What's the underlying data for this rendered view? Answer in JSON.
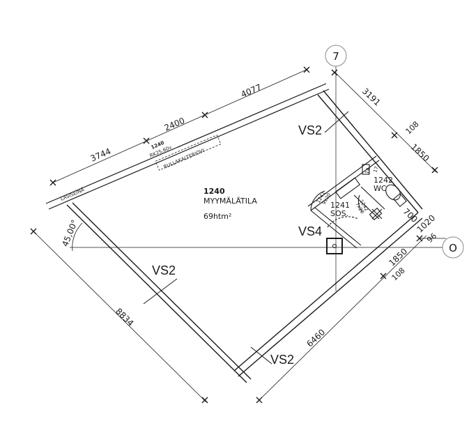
{
  "grid": {
    "axis_7": "7",
    "axis_o": "O"
  },
  "dimensions": {
    "top_3744": "3744",
    "top_2400": "2400",
    "top_4077": "4077",
    "right_3191": "3191",
    "right_108_a": "108",
    "right_1850_a": "1850",
    "right_700": "700",
    "right_1020": "1020",
    "right_96": "96",
    "right_1850_b": "1850",
    "right_108_b": "108",
    "bottom_6460": "6460",
    "left_8834": "8834",
    "angle_45": "45,00°"
  },
  "wall_types": {
    "vs2_top": "VS2",
    "vs2_left": "VS2",
    "vs2_bottom": "VS2",
    "vs4": "VS4"
  },
  "rooms": {
    "main": {
      "number": "1240",
      "name": "MYYMÄLÄTILA",
      "area": "69htm²"
    },
    "sos": {
      "number": "1241",
      "name": "SOS."
    },
    "wc": {
      "number": "1242",
      "name": "WC"
    }
  },
  "notes": {
    "door_1240": "1240",
    "door_1240_spec": "RK25,60v",
    "rullakaltero": "RULLAKALTERIOVI",
    "lasiseina": "LASISEINÄ",
    "door_1241_a": "1241",
    "door_1241_b": "9x20",
    "door_1242_a": "1242",
    "door_1242_b": "7x20",
    "item_14": "14",
    "item_17": "17"
  }
}
